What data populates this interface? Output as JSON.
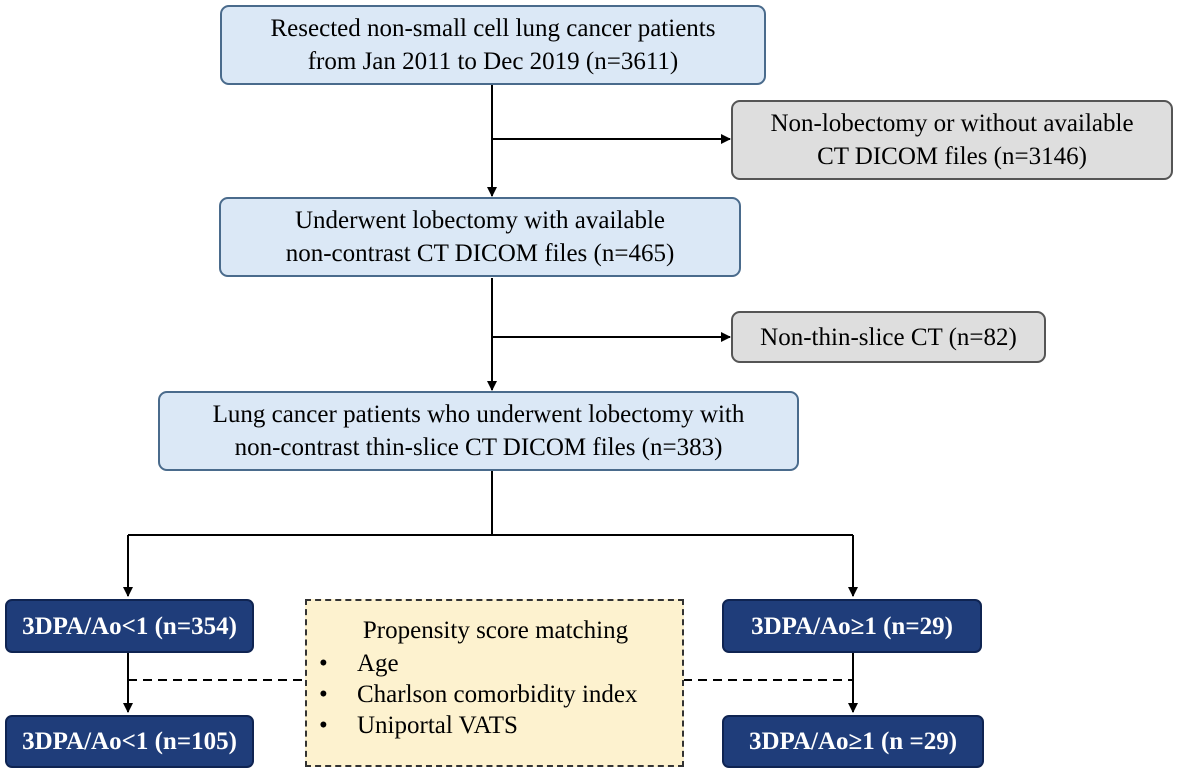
{
  "boxes": {
    "resected": [
      "Resected non-small cell lung cancer patients",
      "from Jan 2011 to Dec 2019 (n=3611)"
    ],
    "excluded_1": [
      "Non-lobectomy or without available",
      "CT DICOM files (n=3146)"
    ],
    "lobectomy": [
      "Underwent lobectomy with available",
      "non-contrast CT DICOM files (n=465)"
    ],
    "excluded_2": [
      "Non-thin-slice CT (n=82)"
    ],
    "thin_slice": [
      "Lung cancer patients who underwent lobectomy with",
      "non-contrast thin-slice CT DICOM files (n=383)"
    ],
    "group_low_before": "3DPA/Ao<1 (n=354)",
    "group_high_before": "3DPA/Ao≥1 (n=29)",
    "group_low_after": "3DPA/Ao<1 (n=105)",
    "group_high_after": "3DPA/Ao≥1 (n =29)"
  },
  "psm": {
    "title": "Propensity score matching",
    "items": [
      "Age",
      "Charlson comorbidity index",
      "Uniportal VATS"
    ]
  },
  "colors": {
    "blue_fill": "#dbe8f6",
    "gray_fill": "#dedede",
    "navy_fill": "#1f3d7a",
    "yellow_fill": "#fdf2cf"
  }
}
